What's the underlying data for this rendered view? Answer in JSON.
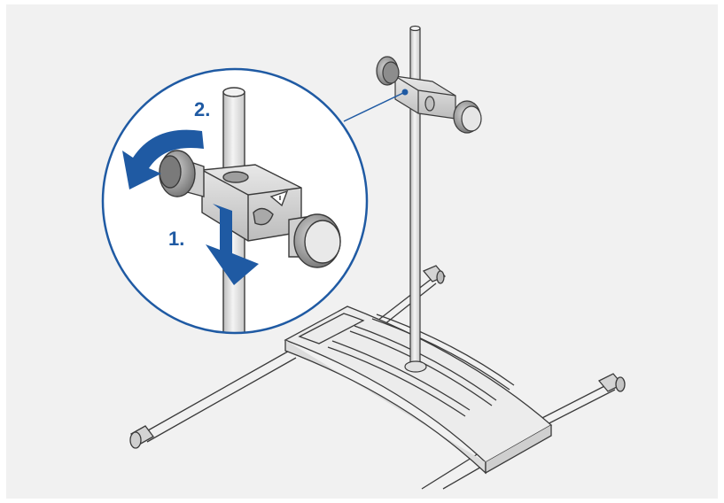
{
  "steps": [
    {
      "label": "1.",
      "meaning": "push-down"
    },
    {
      "label": "2.",
      "meaning": "turn-knob"
    }
  ],
  "colors": {
    "panel_background": "#f1f1f1",
    "accent_blue": "#1f5aa3",
    "line": "#3a3a3a",
    "metal": "#d9d9d9",
    "metal_shadow": "#9a9a9a",
    "knob_dark": "#6e6e6e"
  },
  "icons": {
    "push_arrow": "arrow-down-icon",
    "rotate_arrow": "rotate-arrow-icon",
    "warning_triangle": "warning-triangle-icon"
  }
}
